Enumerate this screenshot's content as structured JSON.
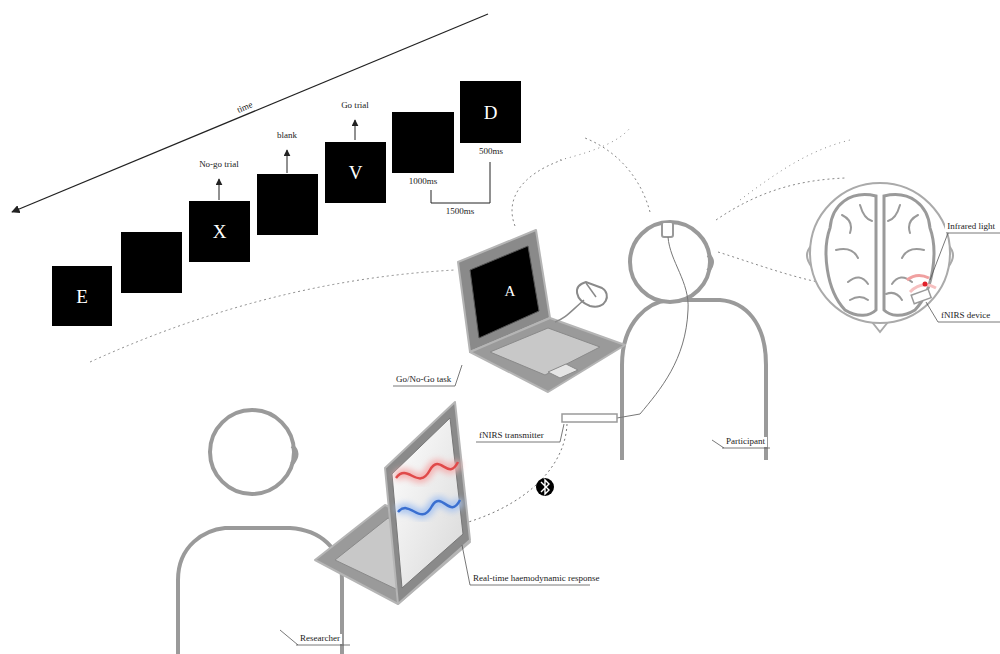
{
  "diagram": {
    "nodes": [
      {
        "text": [
          "E"
        ]
      },
      {
        "text": [
          "X"
        ]
      },
      {
        "text": [
          "V"
        ]
      },
      {
        "text": [
          "D"
        ]
      },
      {
        "text": [
          "A"
        ]
      }
    ],
    "labels": [
      "time",
      "No-go trial",
      "blank",
      "Go trial",
      "1000ms",
      "500ms",
      "1500ms",
      "Go/No-Go task",
      "fNIRS transmitter",
      "Participant",
      "Infrared light",
      "fNIRS device",
      "Real-time haemodynamic response",
      "Researcher"
    ]
  }
}
